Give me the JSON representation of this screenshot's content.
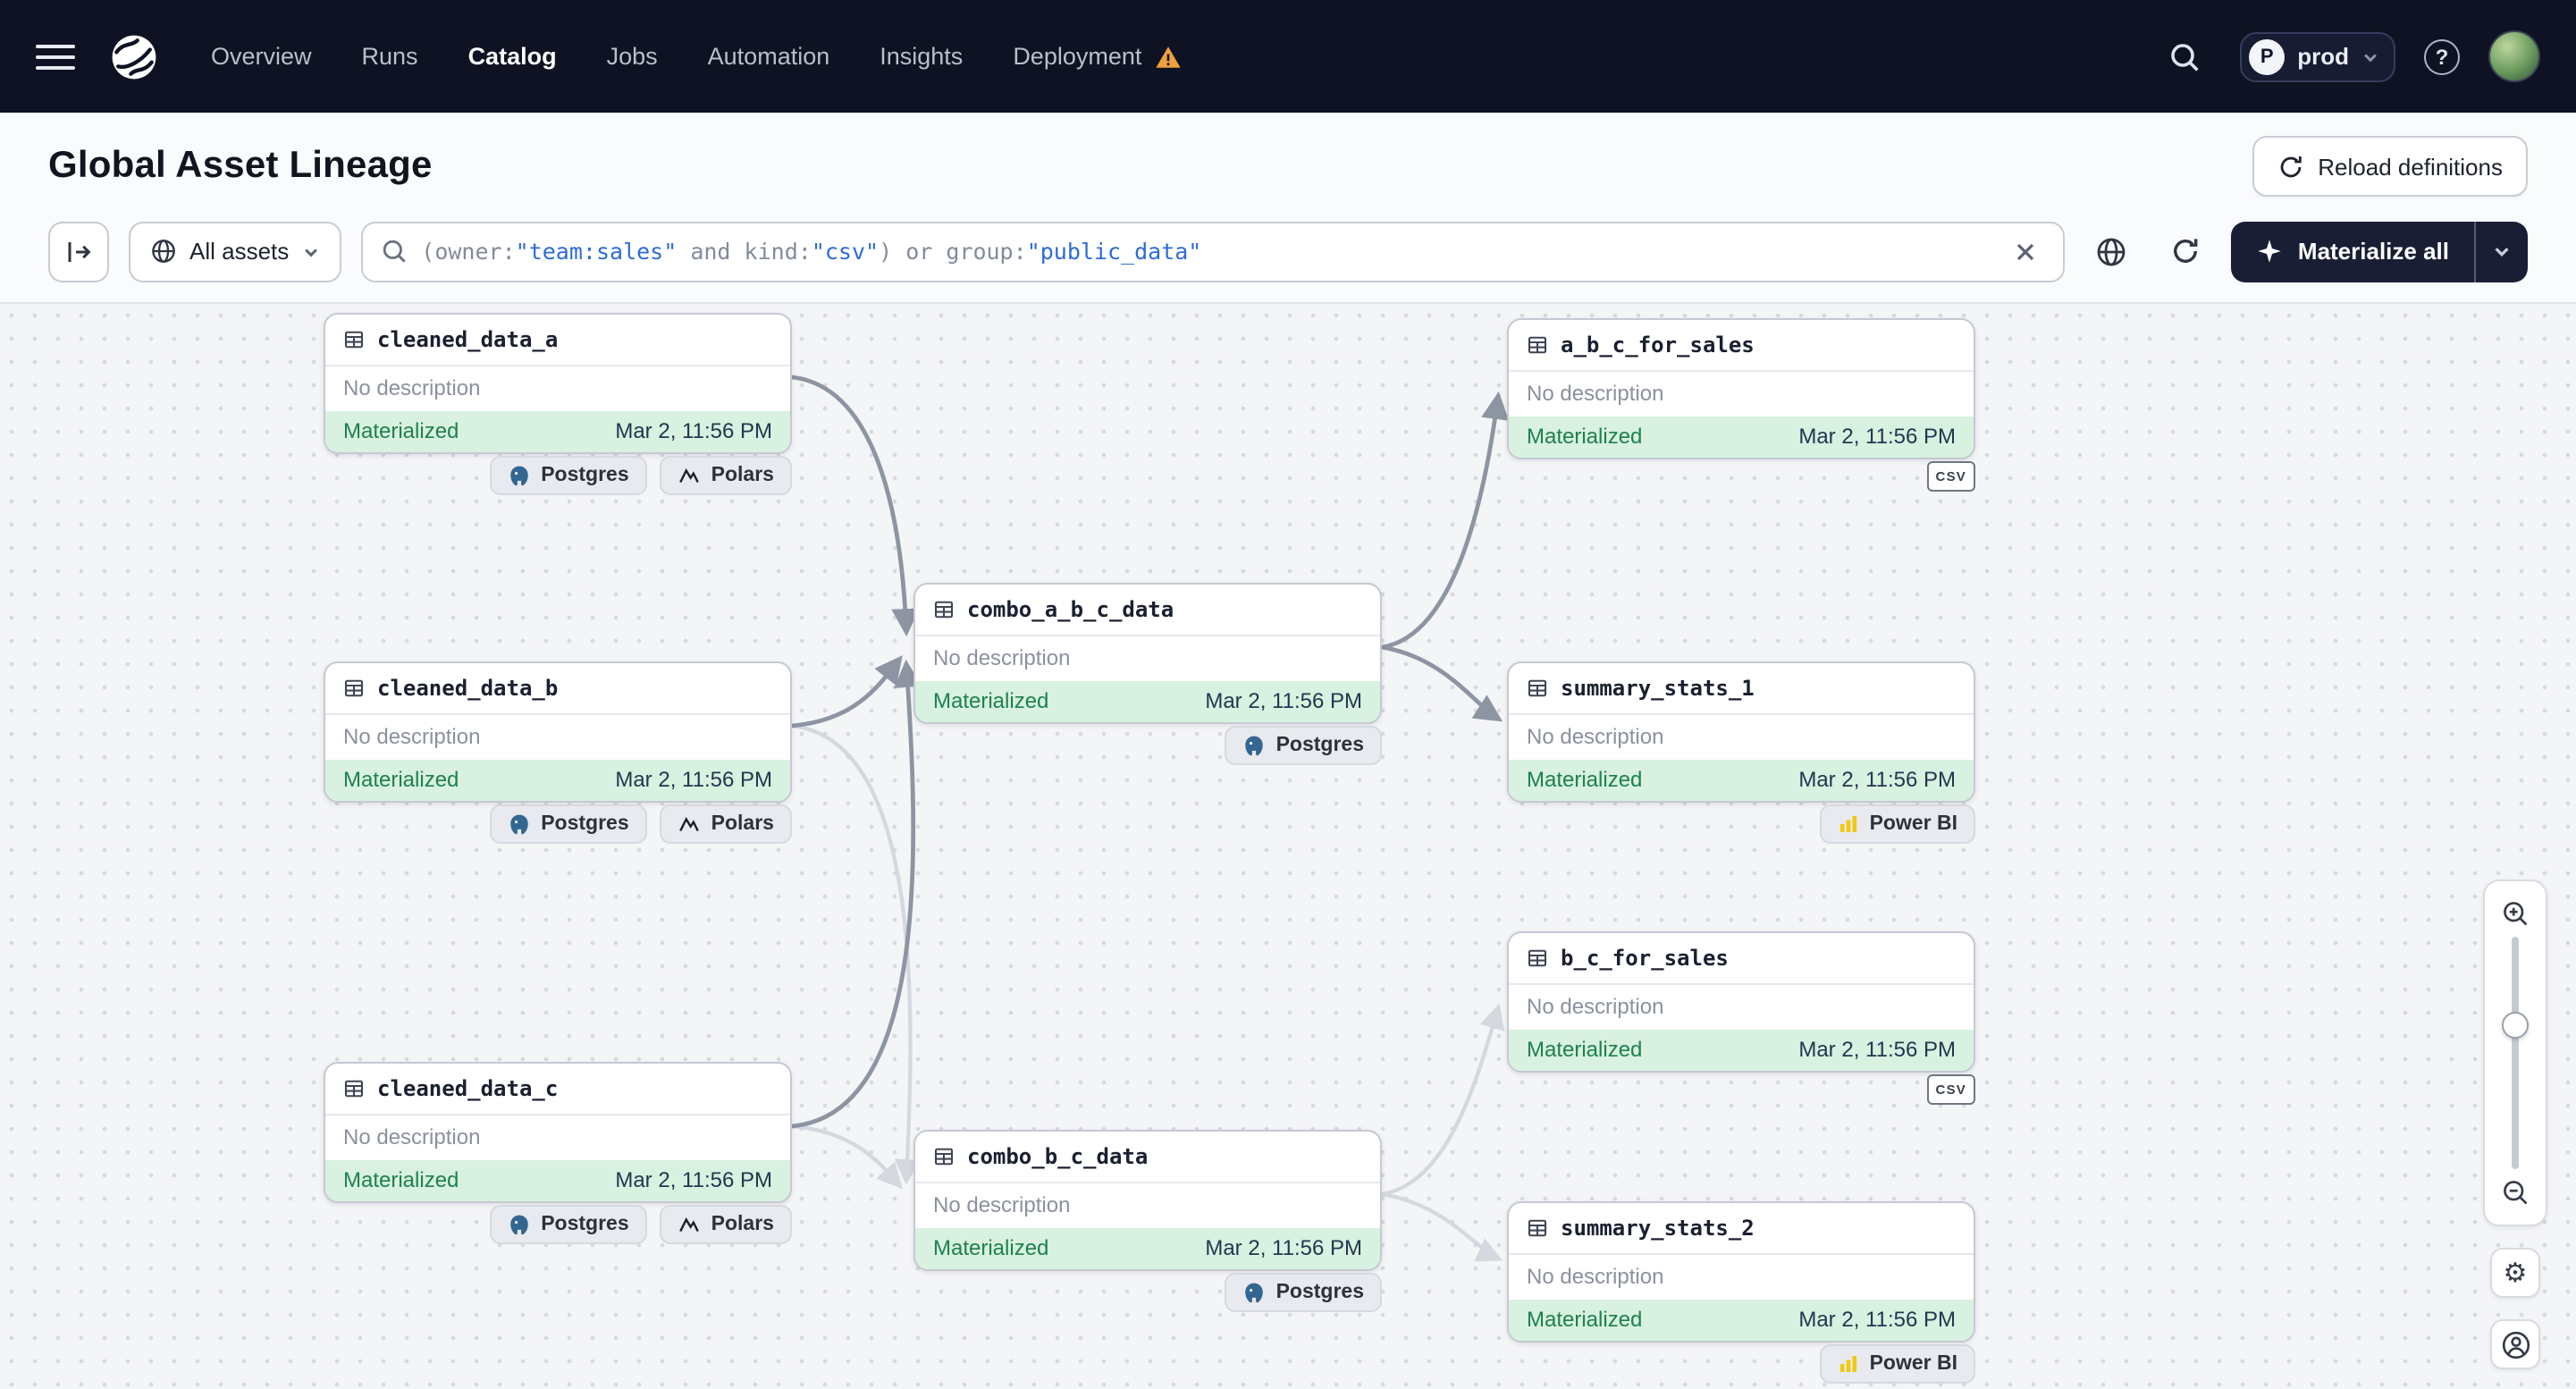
{
  "nav": {
    "items": [
      {
        "label": "Overview"
      },
      {
        "label": "Runs"
      },
      {
        "label": "Catalog"
      },
      {
        "label": "Jobs"
      },
      {
        "label": "Automation"
      },
      {
        "label": "Insights"
      },
      {
        "label": "Deployment"
      }
    ],
    "environment": {
      "letter": "P",
      "name": "prod"
    }
  },
  "header": {
    "title": "Global Asset Lineage",
    "reload_label": "Reload definitions"
  },
  "toolbar": {
    "scope_label": "All assets",
    "materialize_label": "Materialize all",
    "query_segments": [
      {
        "text": "(owner:",
        "type": "plain"
      },
      {
        "text": "\"team:sales\"",
        "type": "string"
      },
      {
        "text": " and kind:",
        "type": "plain"
      },
      {
        "text": "\"csv\"",
        "type": "string"
      },
      {
        "text": ") or group:",
        "type": "plain"
      },
      {
        "text": "\"public_data\"",
        "type": "string"
      }
    ]
  },
  "graph": {
    "nodes": [
      {
        "name": "cleaned_data_a",
        "description": "No description",
        "status": "Materialized",
        "timestamp": "Mar 2, 11:56 PM",
        "tags": [
          {
            "label": "Postgres",
            "kind": "postgres"
          },
          {
            "label": "Polars",
            "kind": "polars"
          }
        ]
      },
      {
        "name": "cleaned_data_b",
        "description": "No description",
        "status": "Materialized",
        "timestamp": "Mar 2, 11:56 PM",
        "tags": [
          {
            "label": "Postgres",
            "kind": "postgres"
          },
          {
            "label": "Polars",
            "kind": "polars"
          }
        ]
      },
      {
        "name": "cleaned_data_c",
        "description": "No description",
        "status": "Materialized",
        "timestamp": "Mar 2, 11:56 PM",
        "tags": [
          {
            "label": "Postgres",
            "kind": "postgres"
          },
          {
            "label": "Polars",
            "kind": "polars"
          }
        ]
      },
      {
        "name": "combo_a_b_c_data",
        "description": "No description",
        "status": "Materialized",
        "timestamp": "Mar 2, 11:56 PM",
        "tags": [
          {
            "label": "Postgres",
            "kind": "postgres"
          }
        ]
      },
      {
        "name": "combo_b_c_data",
        "description": "No description",
        "status": "Materialized",
        "timestamp": "Mar 2, 11:56 PM",
        "tags": [
          {
            "label": "Postgres",
            "kind": "postgres"
          }
        ]
      },
      {
        "name": "a_b_c_for_sales",
        "description": "No description",
        "status": "Materialized",
        "timestamp": "Mar 2, 11:56 PM",
        "tags": [
          {
            "label": "csv",
            "kind": "csv"
          }
        ]
      },
      {
        "name": "summary_stats_1",
        "description": "No description",
        "status": "Materialized",
        "timestamp": "Mar 2, 11:56 PM",
        "tags": [
          {
            "label": "Power BI",
            "kind": "powerbi"
          }
        ]
      },
      {
        "name": "b_c_for_sales",
        "description": "No description",
        "status": "Materialized",
        "timestamp": "Mar 2, 11:56 PM",
        "tags": [
          {
            "label": "csv",
            "kind": "csv"
          }
        ]
      },
      {
        "name": "summary_stats_2",
        "description": "No description",
        "status": "Materialized",
        "timestamp": "Mar 2, 11:56 PM",
        "tags": [
          {
            "label": "Power BI",
            "kind": "powerbi"
          }
        ]
      }
    ],
    "edges": [
      {
        "from": "cleaned_data_a",
        "to": "combo_a_b_c_data",
        "highlighted": true
      },
      {
        "from": "cleaned_data_b",
        "to": "combo_a_b_c_data",
        "highlighted": true
      },
      {
        "from": "cleaned_data_c",
        "to": "combo_a_b_c_data",
        "highlighted": true
      },
      {
        "from": "cleaned_data_b",
        "to": "combo_b_c_data",
        "highlighted": false
      },
      {
        "from": "cleaned_data_c",
        "to": "combo_b_c_data",
        "highlighted": false
      },
      {
        "from": "combo_a_b_c_data",
        "to": "a_b_c_for_sales",
        "highlighted": true
      },
      {
        "from": "combo_a_b_c_data",
        "to": "summary_stats_1",
        "highlighted": true
      },
      {
        "from": "combo_b_c_data",
        "to": "b_c_for_sales",
        "highlighted": false
      },
      {
        "from": "combo_b_c_data",
        "to": "summary_stats_2",
        "highlighted": false
      }
    ]
  }
}
